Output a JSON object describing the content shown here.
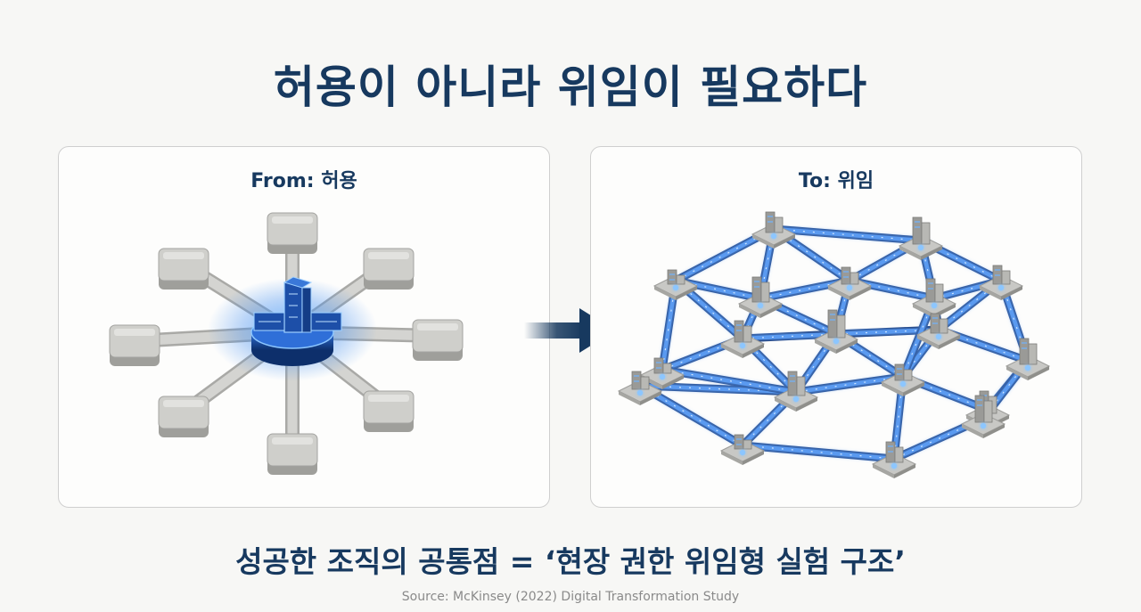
{
  "title": "허용이 아니라 위임이 필요하다",
  "panels": {
    "from": {
      "label": "From: 허용",
      "illustration": "hub-and-spoke-centralized-network"
    },
    "to": {
      "label": "To: 위임",
      "illustration": "distributed-mesh-network"
    }
  },
  "transition_icon": "arrow-right-icon",
  "summary": "성공한 조직의 공통점 = ‘현장 권한 위임형 실험 구조’",
  "source": "Source: McKinsey (2022) Digital Transformation Study",
  "colors": {
    "title": "#17395f",
    "accent_blue": "#2f6fd8",
    "glow_blue": "#6fb3ff",
    "node_gray": "#c9c9c6",
    "source_gray": "#8a8a8a"
  }
}
